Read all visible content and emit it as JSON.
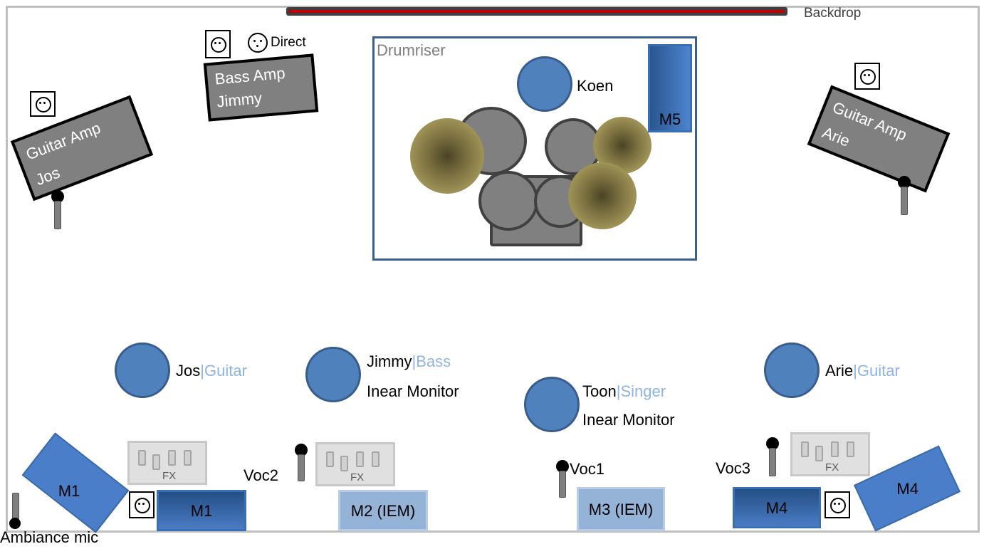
{
  "backdrop": {
    "label": "Backdrop"
  },
  "drumriser": {
    "label": "Drumriser",
    "drummer": "Koen",
    "monitor": "M5"
  },
  "amps": [
    {
      "line1": "Guitar Amp",
      "line2": "Jos"
    },
    {
      "line1": "Bass Amp",
      "line2": "Jimmy"
    },
    {
      "line1": "Guitar Amp",
      "line2": "Arie"
    }
  ],
  "direct_label": "Direct",
  "separator": "|",
  "musicians": [
    {
      "name": "Jos",
      "role": "Guitar",
      "note": ""
    },
    {
      "name": "Jimmy",
      "role": "Bass",
      "note": "Inear Monitor"
    },
    {
      "name": "Toon",
      "role": "Singer",
      "note": "Inear Monitor"
    },
    {
      "name": "Arie",
      "role": "Guitar",
      "note": ""
    }
  ],
  "mics": {
    "voc1": "Voc1",
    "voc2": "Voc2",
    "voc3": "Voc3",
    "ambiance": "Ambiance mic"
  },
  "fx_label": "FX",
  "monitors": {
    "wedge_left": "M1",
    "m1": "M1",
    "m2": "M2 (IEM)",
    "m3": "M3 (IEM)",
    "m4": "M4",
    "wedge_right": "M4"
  },
  "colors": {
    "musician_fill": "#4f81bd",
    "role_text": "#8fb4e3",
    "amp_fill": "#808080",
    "backdrop_line": "#c00000",
    "riser_border": "#3a5f8f"
  }
}
